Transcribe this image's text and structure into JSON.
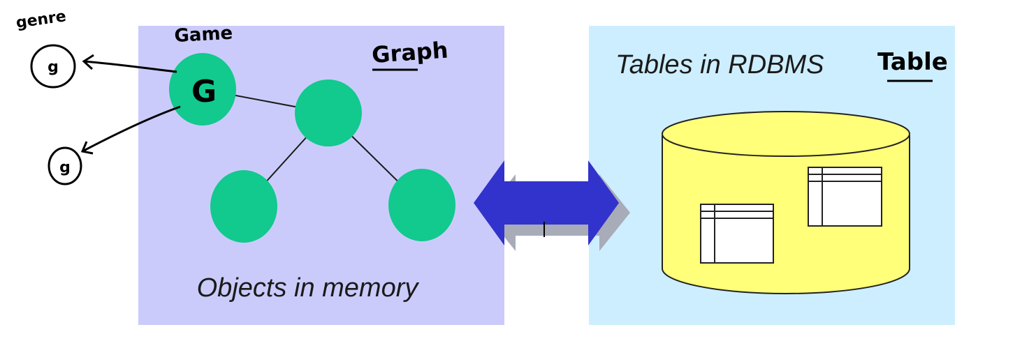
{
  "colors": {
    "memory_panel": "#cbcbfb",
    "rdbms_panel": "#cdeeff",
    "object_node": "#12c98e",
    "arrow": "#3232cc",
    "arrow_shadow": "#a8acb8",
    "cylinder": "#ffff7a",
    "ink": "#000000"
  },
  "memory_panel": {
    "caption": "Objects in memory"
  },
  "rdbms_panel": {
    "caption": "Tables in RDBMS"
  },
  "handwritten": {
    "genre": "genre",
    "game": "Game",
    "graph": "Graph",
    "table": "Table",
    "game_node_letter": "G",
    "genre_node_letter_1": "g",
    "genre_node_letter_2": "g"
  },
  "icons": [
    "double-headed-arrow-icon",
    "database-cylinder-icon",
    "table-grid-icon"
  ]
}
